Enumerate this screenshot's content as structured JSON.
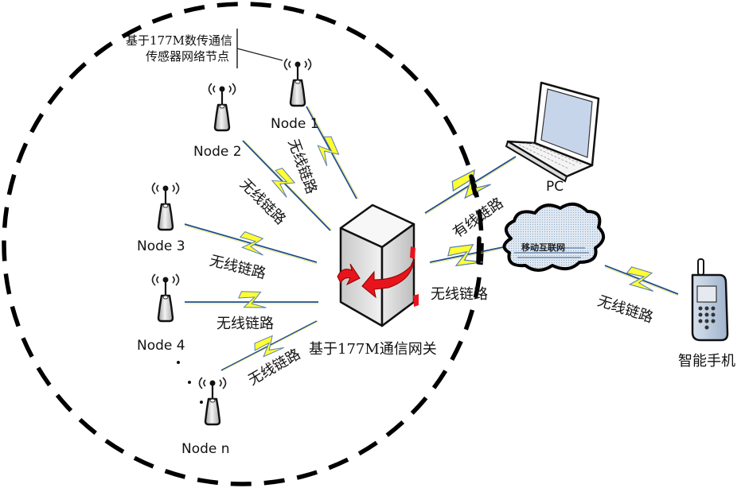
{
  "title_callout": {
    "line1": "基于177M数传通信",
    "line2": "传感器网络节点"
  },
  "nodes": [
    {
      "id": "node-1",
      "label": "Node 1"
    },
    {
      "id": "node-2",
      "label": "Node 2"
    },
    {
      "id": "node-3",
      "label": "Node 3"
    },
    {
      "id": "node-4",
      "label": "Node 4"
    },
    {
      "id": "node-n",
      "label": "Node n"
    }
  ],
  "links": {
    "node1_link": "无线链路",
    "node2_link": "无线链路",
    "node3_link": "无线链路",
    "node4_link": "无线链路",
    "noden_link": "无线链路",
    "pc_link": "有线链路",
    "internet_link": "无线链路",
    "phone_link": "无线链路"
  },
  "gateway": {
    "label": "基于177M通信网关"
  },
  "pc": {
    "label": "PC"
  },
  "cloud": {
    "label": "移动互联网"
  },
  "phone": {
    "label": "智能手机"
  },
  "colors": {
    "bolt_fill": "#ffff33",
    "link_line": "#1f4e8c",
    "gateway_arrow": "#e8141b",
    "cloud_fill": "#c9d9ea",
    "screen_fill": "#c7d5ea"
  }
}
